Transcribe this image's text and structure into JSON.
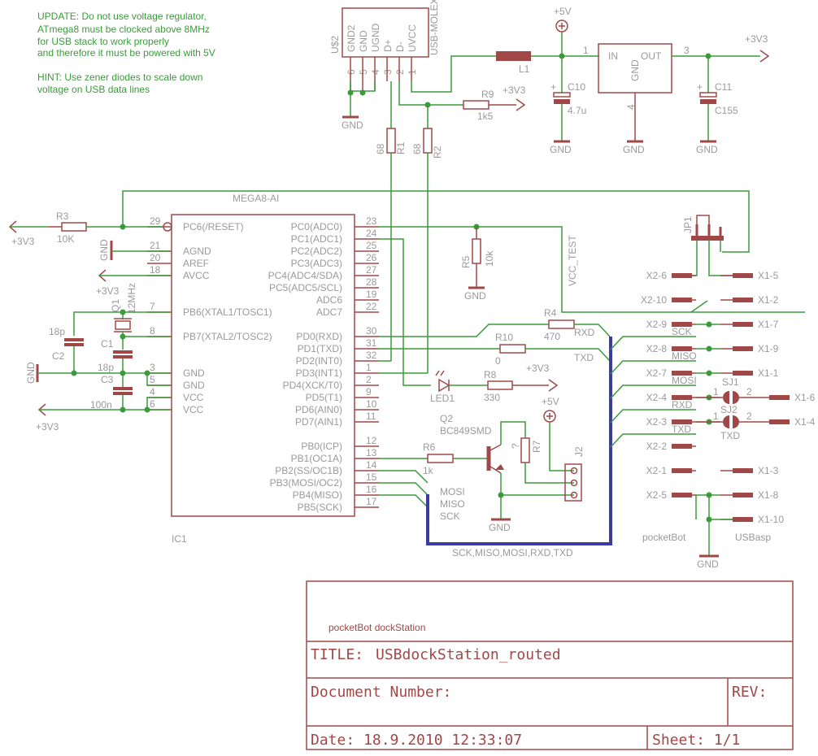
{
  "notes": {
    "update": [
      "UPDATE: Do not use voltage regulator,",
      "ATmega8 must be clocked above 8MHz",
      "for USB stack to work properly",
      "and therefore it must be powered with 5V"
    ],
    "hint": [
      "HINT: Use zener diodes to scale down",
      "voltage on USB data lines"
    ]
  },
  "usb": {
    "ref": "U$2",
    "value": "USB-MOLEX",
    "pins": [
      "GND2",
      "GND",
      "UGND",
      "D+",
      "D-",
      "UVCC"
    ],
    "pin_numbers": [
      "6",
      "5",
      "4",
      "3",
      "2",
      "1"
    ]
  },
  "regulator": {
    "in": "IN",
    "out": "OUT",
    "gnd": "GND",
    "pin_in": "1",
    "pin_out": "3",
    "pin_gnd": "4"
  },
  "supplies": {
    "p5v": "+5V",
    "p3v3": "+3V3",
    "gnd": "GND"
  },
  "parts": {
    "L1": "L1",
    "C10": {
      "name": "C10",
      "value": "4.7u"
    },
    "C11": {
      "name": "C11",
      "value": "C155"
    },
    "R9": {
      "name": "R9",
      "value": "1k5"
    },
    "R1": {
      "name": "R1",
      "value": "68"
    },
    "R2": {
      "name": "R2",
      "value": "68"
    },
    "R3": {
      "name": "R3",
      "value": "10K"
    },
    "R5": {
      "name": "R5",
      "value": "10k"
    },
    "R4": {
      "name": "R4",
      "value": "470"
    },
    "R10": {
      "name": "R10",
      "value": "0"
    },
    "R8": {
      "name": "R8",
      "value": "330"
    },
    "R6": {
      "name": "R6",
      "value": "1k"
    },
    "R7": {
      "name": "R7",
      "value": "?"
    },
    "LED1": "LED1",
    "Q1": {
      "name": "Q1",
      "value": "12MHz"
    },
    "C1": {
      "name": "C1",
      "value": "18p"
    },
    "C2": {
      "name": "C2",
      "value": "18p"
    },
    "C3": {
      "name": "C3",
      "value": "100n"
    },
    "Q2": {
      "name": "Q2",
      "value": "BC849SMD"
    },
    "J2": "J2",
    "JP1": "JP1",
    "SJ1": "SJ1",
    "SJ2": "SJ2"
  },
  "mcu": {
    "value": "MEGA8-AI",
    "ref": "IC1",
    "left_pins": [
      {
        "num": "29",
        "name": "PC6(/RESET)"
      },
      {
        "num": "21",
        "name": "AGND"
      },
      {
        "num": "20",
        "name": "AREF"
      },
      {
        "num": "18",
        "name": "AVCC"
      },
      {
        "num": "7",
        "name": "PB6(XTAL1/TOSC1)"
      },
      {
        "num": "8",
        "name": "PB7(XTAL2/TOSC2)"
      },
      {
        "num": "3",
        "name": "GND"
      },
      {
        "num": "5",
        "name": "GND"
      },
      {
        "num": "4",
        "name": "VCC"
      },
      {
        "num": "6",
        "name": "VCC"
      }
    ],
    "right_pins": [
      {
        "num": "23",
        "name": "PC0(ADC0)"
      },
      {
        "num": "24",
        "name": "PC1(ADC1)"
      },
      {
        "num": "25",
        "name": "PC2(ADC2)"
      },
      {
        "num": "26",
        "name": "PC3(ADC3)"
      },
      {
        "num": "27",
        "name": "PC4(ADC4/SDA)"
      },
      {
        "num": "28",
        "name": "PC5(ADC5/SCL)"
      },
      {
        "num": "19",
        "name": "ADC6"
      },
      {
        "num": "22",
        "name": "ADC7"
      },
      {
        "num": "30",
        "name": "PD0(RXD)"
      },
      {
        "num": "31",
        "name": "PD1(TXD)"
      },
      {
        "num": "32",
        "name": "PD2(INT0)"
      },
      {
        "num": "1",
        "name": "PD3(INT1)"
      },
      {
        "num": "2",
        "name": "PD4(XCK/T0)"
      },
      {
        "num": "9",
        "name": "PD5(T1)"
      },
      {
        "num": "10",
        "name": "PD6(AIN0)"
      },
      {
        "num": "11",
        "name": "PD7(AIN1)"
      },
      {
        "num": "12",
        "name": "PB0(ICP)"
      },
      {
        "num": "13",
        "name": "PB1(OC1A)"
      },
      {
        "num": "14",
        "name": "PB2(SS/OC1B)"
      },
      {
        "num": "15",
        "name": "PB3(MOSI/OC2)"
      },
      {
        "num": "16",
        "name": "PB4(MISO)"
      },
      {
        "num": "17",
        "name": "PB5(SCK)"
      }
    ]
  },
  "nets": {
    "vcc_test": "VCC_TEST",
    "rxd": "RXD",
    "txd": "TXD",
    "sck": "SCK",
    "miso": "MISO",
    "mosi": "MOSI",
    "bus": "SCK,MISO,MOSI,RXD,TXD"
  },
  "connectors": {
    "x2": [
      "X2-6",
      "X2-10",
      "X2-9",
      "X2-8",
      "X2-7",
      "X2-4",
      "X2-3",
      "X2-2",
      "X2-1",
      "X2-5"
    ],
    "x1": [
      "X1-5",
      "X1-2",
      "X1-7",
      "X1-9",
      "X1-1",
      "X1-6",
      "X1-4",
      "X1-3",
      "X1-8",
      "X1-10"
    ],
    "x2_label": "pocketBot",
    "x1_label": "USBasp"
  },
  "title_block": {
    "heading": "pocketBot dockStation",
    "title_label": "TITLE:",
    "title_value": "USBdockStation_routed",
    "doc_label": "Document Number:",
    "rev_label": "REV:",
    "date": "Date: 18.9.2010 12:33:07",
    "sheet": "Sheet: 1/1"
  }
}
